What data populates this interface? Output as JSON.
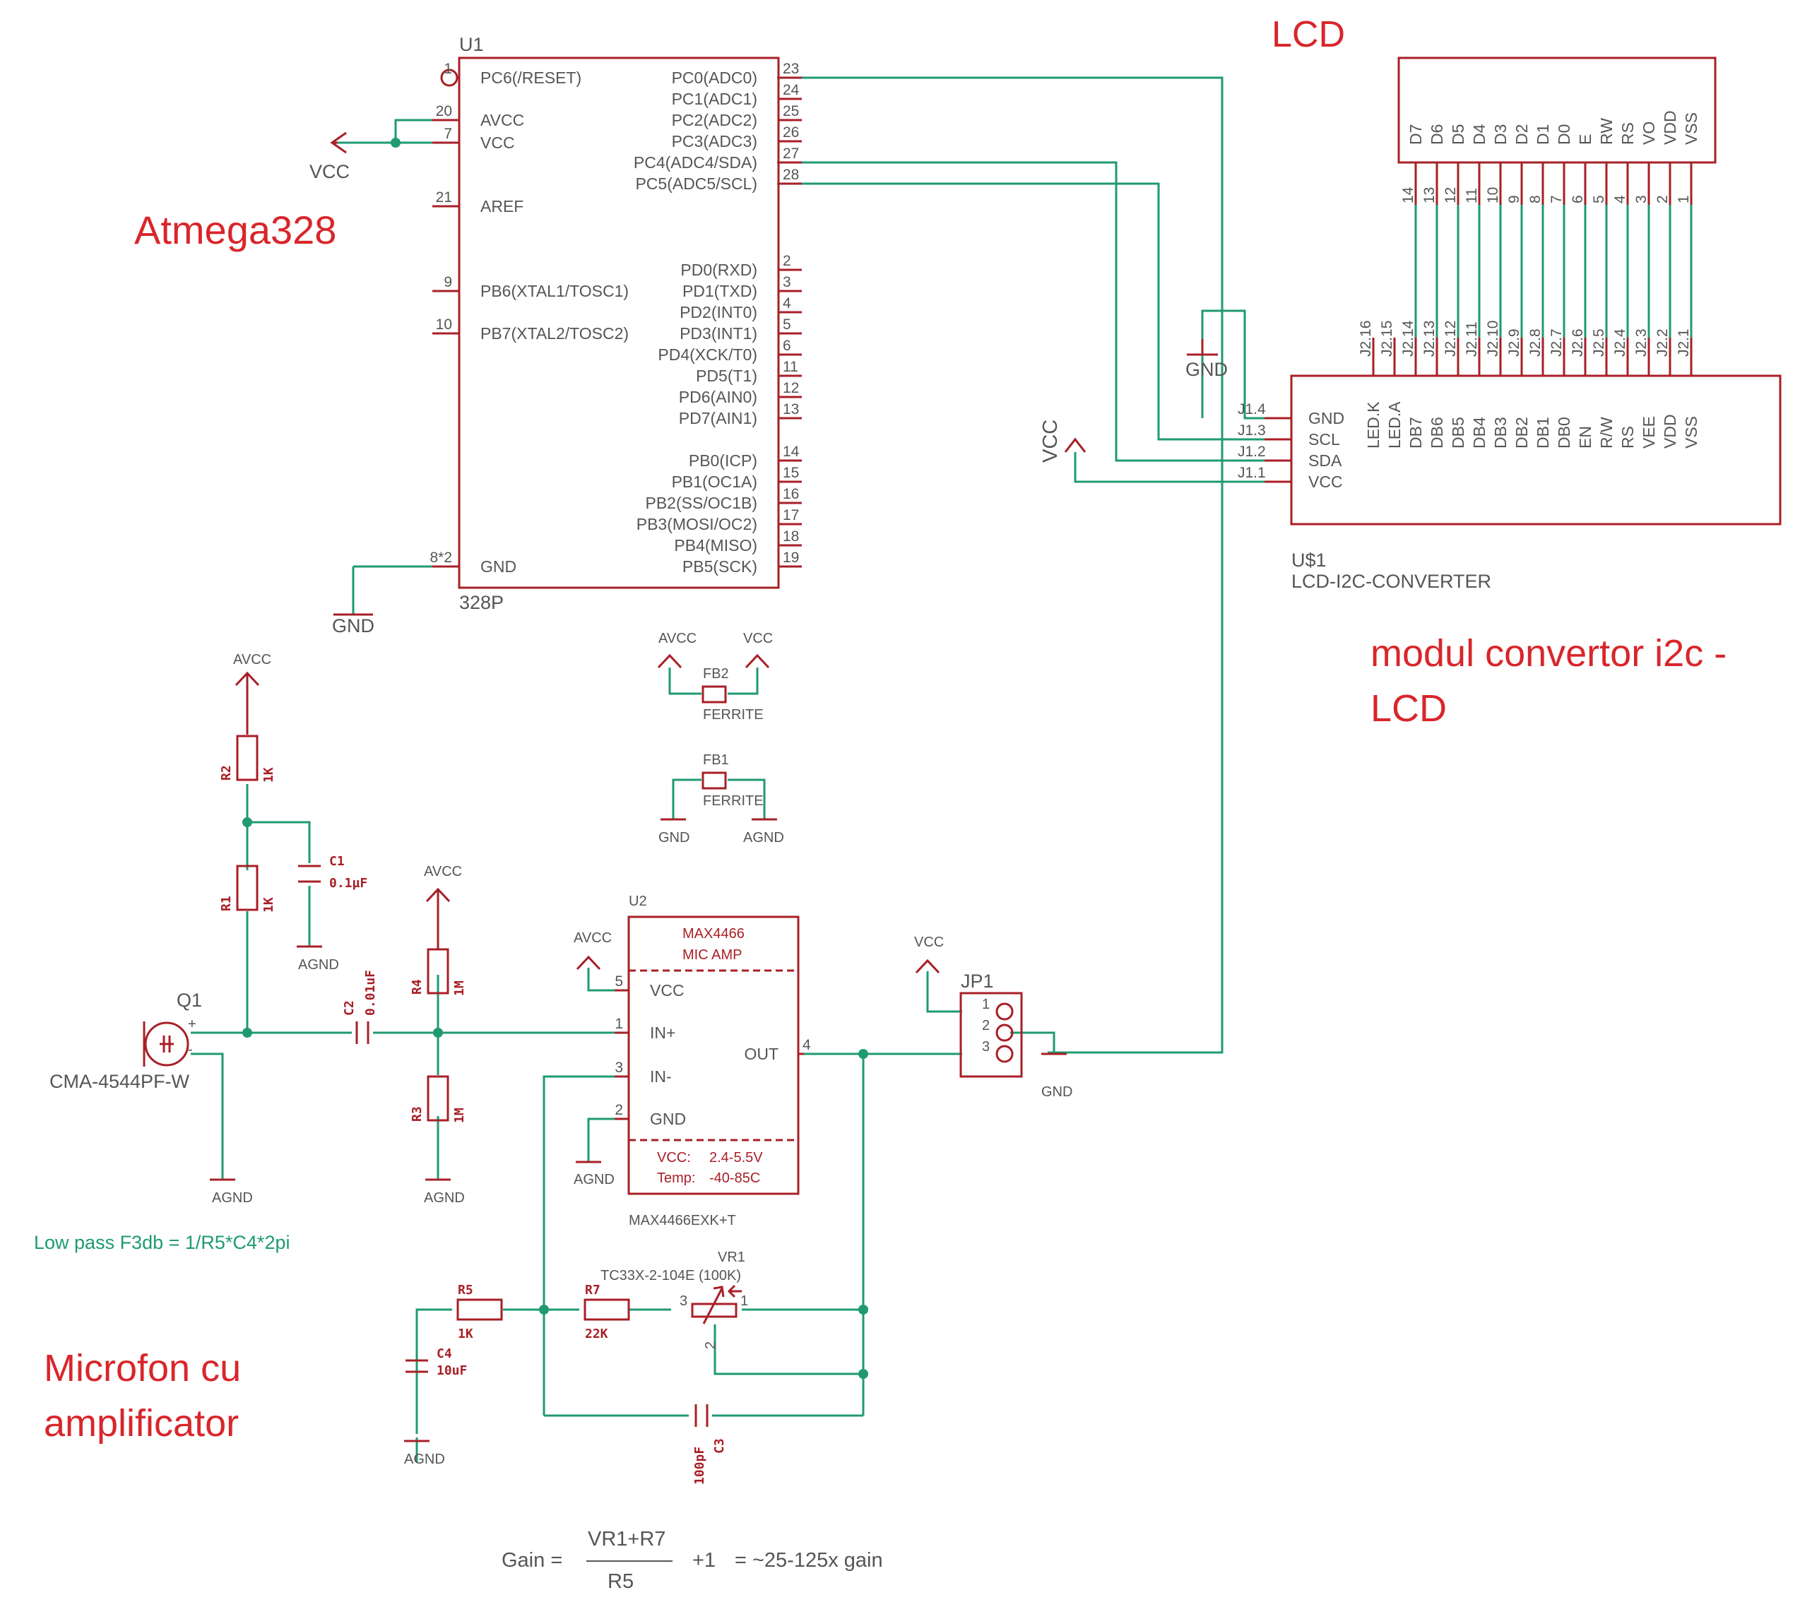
{
  "annotations": {
    "lcd": "LCD",
    "atmega": "Atmega328",
    "module1": "modul convertor i2c -",
    "module2": "LCD",
    "mic1": "Microfon cu",
    "mic2": "amplificator",
    "lowpass": "Low pass F3db = 1/R5*C4*2pi",
    "gain_left": "Gain =",
    "gain_num": "VR1+R7",
    "gain_den": "R5",
    "gain_plus": "+1",
    "gain_right": "= ~25-125x gain"
  },
  "colors": {
    "part": "#a81f26",
    "wire": "#1f9a72",
    "note": "#d8262b",
    "text": "#555555"
  },
  "u1": {
    "name": "U1",
    "value": "328P",
    "left_pins": [
      {
        "num": "1",
        "label": "PC6(/RESET)"
      },
      {
        "num": "20",
        "label": "AVCC"
      },
      {
        "num": "7",
        "label": "VCC"
      },
      {
        "num": "21",
        "label": "AREF"
      },
      {
        "num": "9",
        "label": "PB6(XTAL1/TOSC1)"
      },
      {
        "num": "10",
        "label": "PB7(XTAL2/TOSC2)"
      },
      {
        "num": "8*2",
        "label": "GND"
      }
    ],
    "right_pins": [
      {
        "num": "23",
        "label": "PC0(ADC0)"
      },
      {
        "num": "24",
        "label": "PC1(ADC1)"
      },
      {
        "num": "25",
        "label": "PC2(ADC2)"
      },
      {
        "num": "26",
        "label": "PC3(ADC3)"
      },
      {
        "num": "27",
        "label": "PC4(ADC4/SDA)"
      },
      {
        "num": "28",
        "label": "PC5(ADC5/SCL)"
      },
      {
        "num": "2",
        "label": "PD0(RXD)"
      },
      {
        "num": "3",
        "label": "PD1(TXD)"
      },
      {
        "num": "4",
        "label": "PD2(INT0)"
      },
      {
        "num": "5",
        "label": "PD3(INT1)"
      },
      {
        "num": "6",
        "label": "PD4(XCK/T0)"
      },
      {
        "num": "11",
        "label": "PD5(T1)"
      },
      {
        "num": "12",
        "label": "PD6(AIN0)"
      },
      {
        "num": "13",
        "label": "PD7(AIN1)"
      },
      {
        "num": "14",
        "label": "PB0(ICP)"
      },
      {
        "num": "15",
        "label": "PB1(OC1A)"
      },
      {
        "num": "16",
        "label": "PB2(SS/OC1B)"
      },
      {
        "num": "17",
        "label": "PB3(MOSI/OC2)"
      },
      {
        "num": "18",
        "label": "PB4(MISO)"
      },
      {
        "num": "19",
        "label": "PB5(SCK)"
      }
    ]
  },
  "lcd": {
    "pins": [
      "D7",
      "D6",
      "D5",
      "D4",
      "D3",
      "D2",
      "D1",
      "D0",
      "E",
      "RW",
      "RS",
      "VO",
      "VDD",
      "VSS"
    ],
    "nums": [
      "14",
      "13",
      "12",
      "11",
      "10",
      "9",
      "8",
      "7",
      "6",
      "5",
      "4",
      "3",
      "2",
      "1"
    ]
  },
  "conv": {
    "name": "U$1",
    "value": "LCD-I2C-CONVERTER",
    "top_pins": [
      "J2.16",
      "J2.15",
      "J2.14",
      "J2.13",
      "J2.12",
      "J2.11",
      "J2.10",
      "J2.9",
      "J2.8",
      "J2.7",
      "J2.6",
      "J2.5",
      "J2.4",
      "J2.3",
      "J2.2",
      "J2.1"
    ],
    "top_labels": [
      "LED.K",
      "LED.A",
      "DB7",
      "DB6",
      "DB5",
      "DB4",
      "DB3",
      "DB2",
      "DB1",
      "DB0",
      "EN",
      "R/W",
      "RS",
      "VEE",
      "VDD",
      "VSS"
    ],
    "left_pins": [
      {
        "num": "J1.4",
        "label": "GND"
      },
      {
        "num": "J1.3",
        "label": "SCL"
      },
      {
        "num": "J1.2",
        "label": "SDA"
      },
      {
        "num": "J1.1",
        "label": "VCC"
      }
    ]
  },
  "u2": {
    "name": "U2",
    "title1": "MAX4466",
    "title2": "MIC AMP",
    "part": "MAX4466EXK+T",
    "pins": [
      {
        "num": "5",
        "label": "VCC"
      },
      {
        "num": "1",
        "label": "IN+"
      },
      {
        "num": "3",
        "label": "IN-"
      },
      {
        "num": "2",
        "label": "GND"
      },
      {
        "num": "4",
        "label": "OUT"
      }
    ],
    "spec1_k": "VCC:",
    "spec1_v": "2.4-5.5V",
    "spec2_k": "Temp:",
    "spec2_v": "-40-85C"
  },
  "parts": {
    "r1": {
      "name": "R1",
      "value": "1K"
    },
    "r2": {
      "name": "R2",
      "value": "1K"
    },
    "r3": {
      "name": "R3",
      "value": "1M"
    },
    "r4": {
      "name": "R4",
      "value": "1M"
    },
    "r5": {
      "name": "R5",
      "value": "1K"
    },
    "r7": {
      "name": "R7",
      "value": "22K"
    },
    "c1": {
      "name": "C1",
      "value": "0.1µF"
    },
    "c2": {
      "name": "C2",
      "value": "0.01uF"
    },
    "c3": {
      "name": "C3",
      "value": "100pF"
    },
    "c4": {
      "name": "C4",
      "value": "10uF"
    },
    "q1": {
      "name": "Q1",
      "value": "CMA-4544PF-W",
      "plus": "+",
      "minus": "-"
    },
    "vr1": {
      "name": "VR1",
      "value": "TC33X-2-104E (100K)",
      "p3": "3",
      "p1": "1",
      "p2": "2"
    },
    "jp1": {
      "name": "JP1",
      "p1": "1",
      "p2": "2",
      "p3": "3"
    },
    "fb1": {
      "name": "FB1",
      "value": "FERRITE"
    },
    "fb2": {
      "name": "FB2",
      "value": "FERRITE"
    }
  },
  "supplies": {
    "vcc": "VCC",
    "gnd": "GND",
    "avcc": "AVCC",
    "agnd": "AGND"
  }
}
